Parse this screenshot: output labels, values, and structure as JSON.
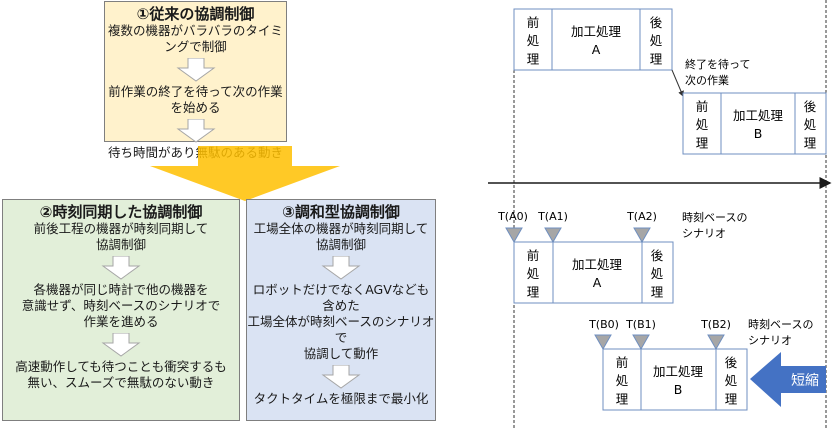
{
  "panels": {
    "conventional": {
      "title": "①従来の協調制御",
      "steps": [
        "複数の機器がバラバラのタイミングで制御",
        "前作業の終了を待って次の作業を始める",
        "待ち時間があり無駄のある動き"
      ],
      "bg_color": "#fff2cc"
    },
    "time_sync": {
      "title": "②時刻同期した協調制御",
      "steps": [
        "前後工程の機器が時刻同期して\n協調制御",
        "各機器が同じ時計で他の機器を\n意識せず、時刻ベースのシナリオで\n作業を進める",
        "高速動作しても待つことも衝突するも\n無い、スムーズで無駄のない動き"
      ],
      "bg_color": "#e2efd9"
    },
    "harmonized": {
      "title": "③調和型協調制御",
      "steps": [
        "工場全体の機器が時刻同期して\n協調制御",
        "ロボットだけでなくAGVなども含めた\n工場全体が時刻ベースのシナリオで\n協調して動作",
        "タクトタイムを極限まで最小化"
      ],
      "bg_color": "#dae3f3"
    },
    "transition_arrow_color": "#ffc000"
  },
  "timing": {
    "top": {
      "process_a": {
        "pre": "前\n処\n理",
        "main": "加工処理\nA",
        "post": "後\n処\n理"
      },
      "process_b": {
        "pre": "前\n処\n理",
        "main": "加工処理\nB",
        "post": "後\n処\n理"
      },
      "wait_note": "終了を待って\n次の作業"
    },
    "bottom": {
      "process_a": {
        "pre": "前\n処\n理",
        "main": "加工処理\nA",
        "post": "後\n処\n理"
      },
      "process_b": {
        "pre": "前\n処\n理",
        "main": "加工処理\nB",
        "post": "後\n処\n理"
      },
      "markers_a": [
        "T(A0)",
        "T(A1)",
        "T(A2)"
      ],
      "markers_b": [
        "T(B0)",
        "T(B1)",
        "T(B2)"
      ],
      "scenario_note_a": "時刻ベースの\nシナリオ",
      "scenario_note_b": "時刻ベースの\nシナリオ",
      "shorten_label": "短縮",
      "shorten_color": "#4472c4"
    },
    "box_border_color": "#6f8fc0",
    "marker_fill": "#a6a6a6"
  }
}
